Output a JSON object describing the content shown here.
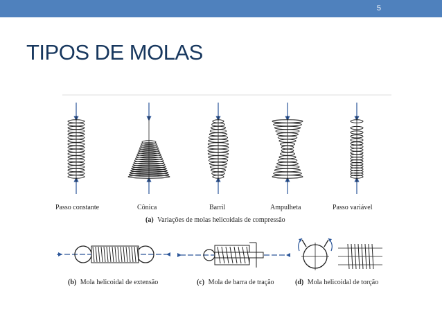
{
  "slide": {
    "number": "5",
    "title": "TIPOS DE MOLAS",
    "accent_color": "#4f81bd"
  },
  "figure": {
    "compression_labels": [
      "Passo constante",
      "Cônica",
      "Barril",
      "Ampulheta",
      "Passo variável"
    ],
    "compression_caption_tag": "(a)",
    "compression_caption": "Variações de molas helicoidais de compressão",
    "extension_caption_tag": "(b)",
    "extension_caption": "Mola helicoidal de extensão",
    "drawbar_caption_tag": "(c)",
    "drawbar_caption": "Mola de barra de tração",
    "torsion_caption_tag": "(d)",
    "torsion_caption": "Mola helicoidal de torção"
  }
}
